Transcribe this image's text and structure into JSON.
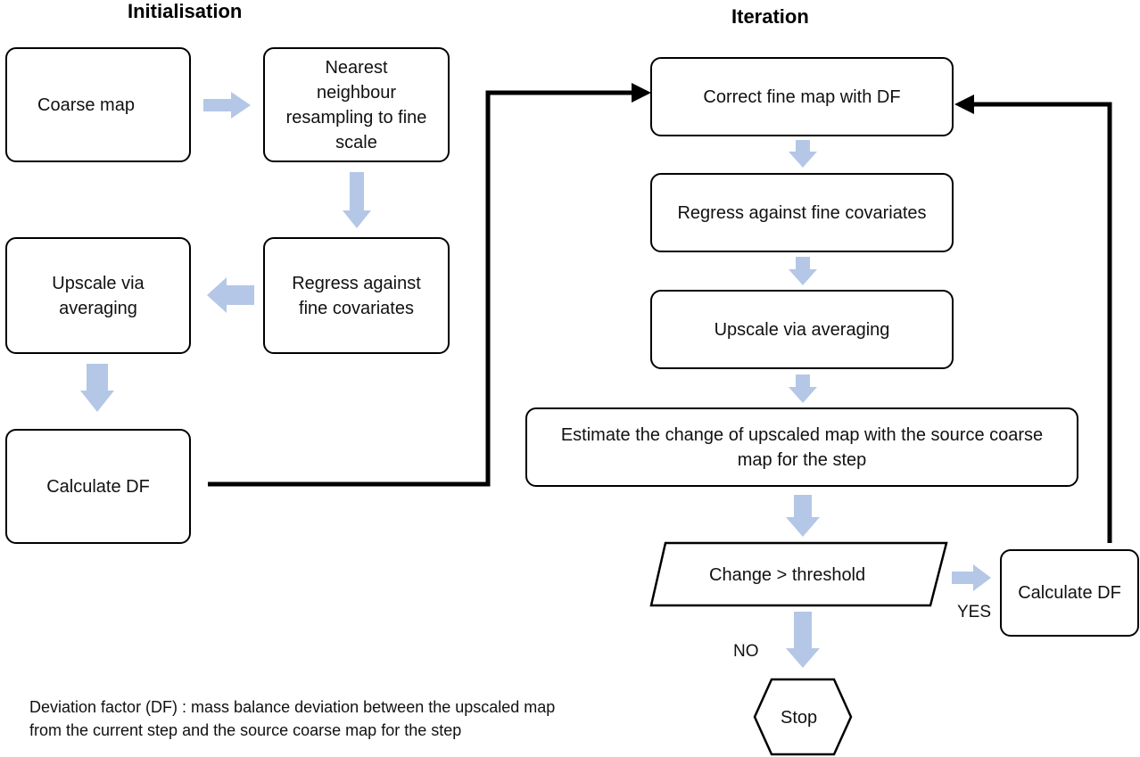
{
  "headings": {
    "initialisation": "Initialisation",
    "iteration": "Iteration"
  },
  "init": {
    "coarse_map": "Coarse map",
    "nearest_neighbour": "Nearest neighbour resampling to fine scale",
    "regress": "Regress against fine covariates",
    "upscale": "Upscale via averaging",
    "calculate_df": "Calculate DF"
  },
  "iter": {
    "correct": "Correct fine map with DF",
    "regress": "Regress against fine covariates",
    "upscale": "Upscale via averaging",
    "estimate": "Estimate the change  of upscaled map with the source coarse map for the step",
    "decision": "Change > threshold",
    "calculate_df": "Calculate DF",
    "stop": "Stop",
    "yes": "YES",
    "no": "NO"
  },
  "footnote": "Deviation factor (DF) : mass balance deviation between the upscaled map from the current step and the source coarse map for the step",
  "colors": {
    "block_arrow": "#b4c7e7",
    "line": "#000000",
    "box_border": "#000000"
  }
}
